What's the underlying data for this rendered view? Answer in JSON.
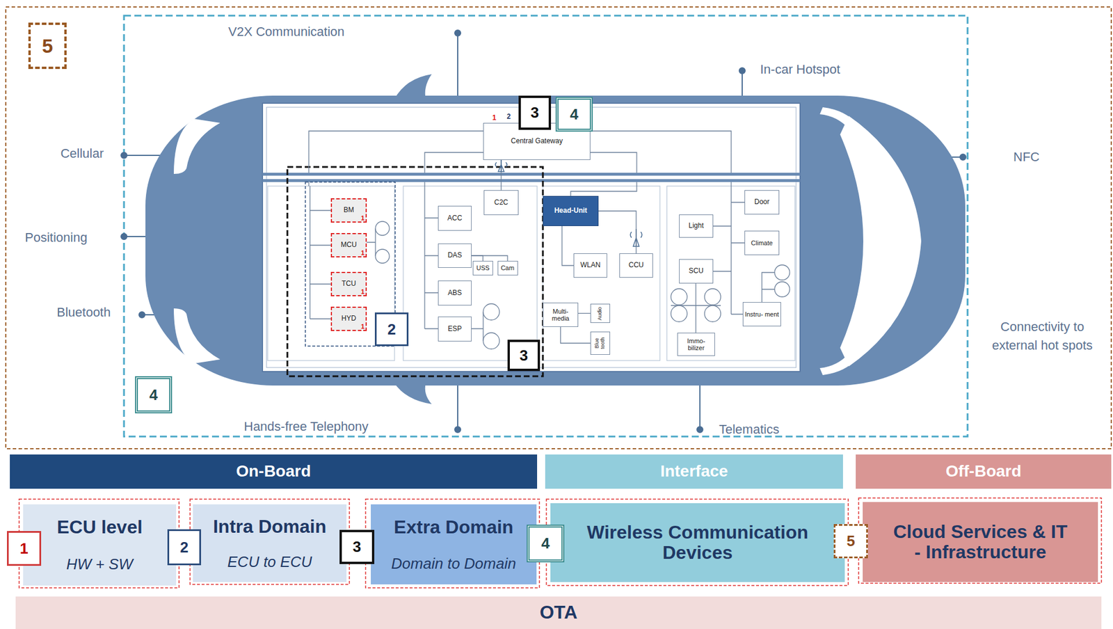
{
  "diagram": {
    "nodes": [
      {
        "text": [
          "Central Gateway"
        ]
      },
      {
        "text": [
          "BM"
        ]
      },
      {
        "text": [
          "MCU"
        ]
      },
      {
        "text": [
          "TCU"
        ]
      },
      {
        "text": [
          "HYD"
        ]
      },
      {
        "text": [
          "C2C"
        ]
      },
      {
        "text": [
          "ACC"
        ]
      },
      {
        "text": [
          "DAS"
        ]
      },
      {
        "text": [
          "USS"
        ]
      },
      {
        "text": [
          "Cam"
        ]
      },
      {
        "text": [
          "ABS"
        ]
      },
      {
        "text": [
          "ESP"
        ]
      },
      {
        "text": [
          "Head-Unit"
        ]
      },
      {
        "text": [
          "WLAN"
        ]
      },
      {
        "text": [
          "CCU"
        ]
      },
      {
        "text": [
          "Multi- media"
        ]
      },
      {
        "text": [
          "Audio"
        ]
      },
      {
        "text": [
          "Blue tooth"
        ]
      },
      {
        "text": [
          "Light"
        ]
      },
      {
        "text": [
          "SCU"
        ]
      },
      {
        "text": [
          "Immo- bilizer"
        ]
      },
      {
        "text": [
          "Door"
        ]
      },
      {
        "text": [
          "Climate"
        ]
      },
      {
        "text": [
          "Instru- ment"
        ]
      },
      {
        "text": [
          "On-Board"
        ]
      },
      {
        "text": [
          "Interface"
        ]
      },
      {
        "text": [
          "Off-Board"
        ]
      },
      {
        "text": [
          "ECU level",
          "HW + SW"
        ]
      },
      {
        "text": [
          "Intra Domain",
          "ECU to ECU"
        ]
      },
      {
        "text": [
          "Extra Domain",
          "Domain to Domain"
        ]
      },
      {
        "text": [
          "Wireless Communication Devices"
        ]
      },
      {
        "text": [
          "Cloud Services & IT - Infrastructure"
        ]
      },
      {
        "text": [
          "OTA"
        ]
      }
    ],
    "edges": [
      {
        "from": 7,
        "to": 8,
        "arrow": "none"
      },
      {
        "from": 7,
        "to": 9,
        "arrow": "none"
      },
      {
        "from": 12,
        "to": 13,
        "arrow": "none"
      },
      {
        "from": 12,
        "to": 14,
        "arrow": "none"
      },
      {
        "from": 15,
        "to": 16,
        "arrow": "none"
      },
      {
        "from": 15,
        "to": 17,
        "arrow": "none"
      }
    ],
    "labels": [
      "5",
      "V2X Communication",
      "In-car Hotspot",
      "Cellular",
      "NFC",
      "Positioning",
      "Bluetooth",
      "Connectivity to external hot spots",
      "Hands-free Telephony",
      "Telematics",
      "1",
      "2",
      "3",
      "4",
      "1",
      "1",
      "1",
      "1",
      "2",
      "3",
      "4",
      "1",
      "2",
      "3",
      "4",
      "5"
    ]
  }
}
